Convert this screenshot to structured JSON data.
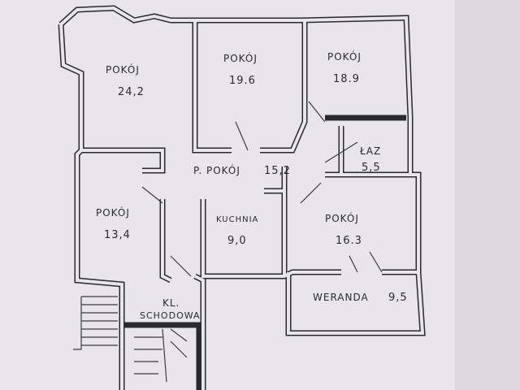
{
  "rooms": [
    {
      "name": "POKÓJ",
      "area": "24,2"
    },
    {
      "name": "POKÓJ",
      "area": "19.6"
    },
    {
      "name": "POKÓJ",
      "area": "18.9"
    },
    {
      "name": "ŁAZ",
      "area": "5,5"
    },
    {
      "name": "P. POKÓJ",
      "area": "15,2"
    },
    {
      "name": "POKÓJ",
      "area": "13,4"
    },
    {
      "name": "KUCHNIA",
      "area": "9,0"
    },
    {
      "name": "POKÓJ",
      "area": "16.3"
    },
    {
      "name": "WERANDA",
      "area": "9,5"
    }
  ],
  "staircase": {
    "line1": "KL.",
    "line2": "SCHODOWA"
  },
  "colors": {
    "paper": "#e8e6ea",
    "ink": "#2a2a2e"
  }
}
